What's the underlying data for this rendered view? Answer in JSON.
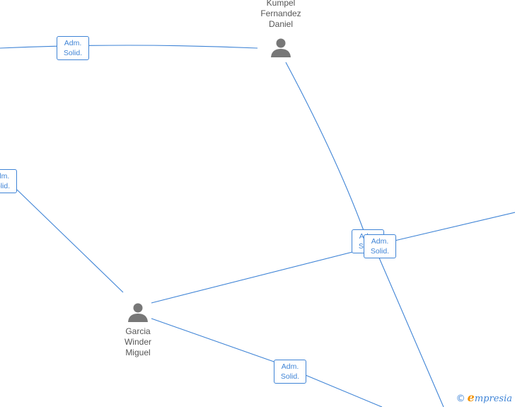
{
  "nodes": {
    "person_top": {
      "name": "Kumpel\nFernandez\nDaniel"
    },
    "person_left": {
      "name": "Garcia\nWinder\nMiguel"
    }
  },
  "roles": {
    "role_top_left": {
      "line1": "Adm.",
      "line2": "Solid."
    },
    "role_left_edge": {
      "line1": "Adm.",
      "line2": "Solid."
    },
    "role_center_back": {
      "line1": "Adm.",
      "line2": "Solid."
    },
    "role_center_front": {
      "line1": "Adm.",
      "line2": "Solid."
    },
    "role_bottom": {
      "line1": "Adm.",
      "line2": "Solid."
    }
  },
  "watermark": {
    "copyright": "©",
    "brand_initial": "e",
    "brand_rest": "mpresia"
  },
  "colors": {
    "edge": "#3f84d6",
    "person_icon": "#777777",
    "brand_accent": "#f39200"
  }
}
